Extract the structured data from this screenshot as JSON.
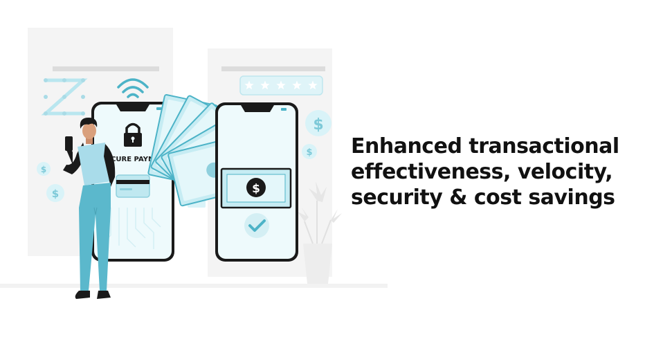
{
  "illustration": {
    "secure_payment_label": "SECURE PAYMENT",
    "currency_symbol": "$",
    "rating_stars": 5,
    "icons": [
      "wifi-icon",
      "lock-icon",
      "credit-card-icon",
      "dollar-icon",
      "checkmark-icon",
      "star-icon",
      "pattern-lock-icon",
      "plant-icon"
    ]
  },
  "headline": {
    "line1": "Enhanced transactional",
    "line2": "effectiveness, velocity,",
    "line3": "security & cost savings"
  },
  "colors": {
    "accent": "#5bb8cc",
    "light_accent": "#d9f3f8",
    "dark": "#1a1a1a",
    "background_shapes": "#f3f3f3"
  }
}
